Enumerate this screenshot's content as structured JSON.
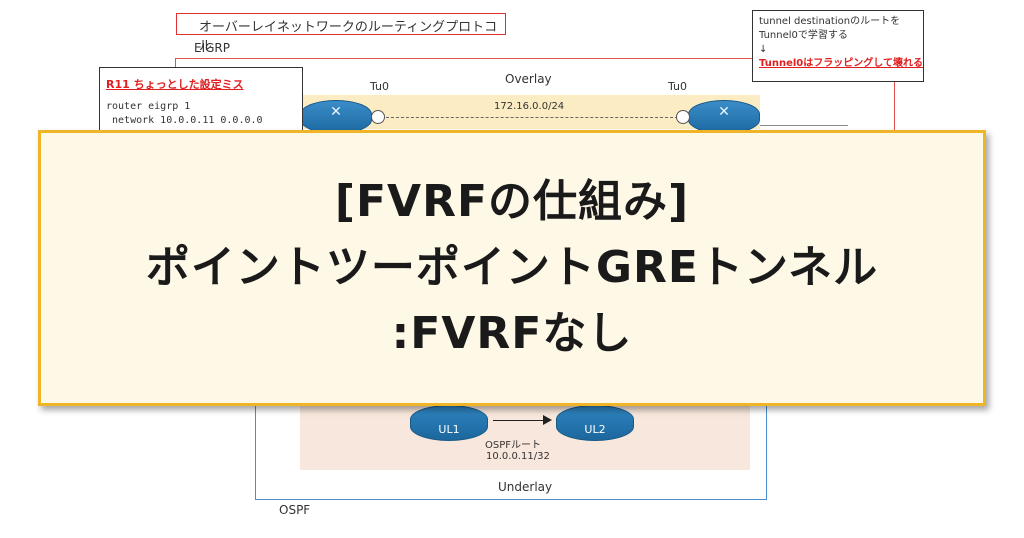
{
  "diagram": {
    "caption": "オーバーレイネットワークのルーティングプロトコル",
    "eigrp_label": "EIGRP",
    "overlay": {
      "label": "Overlay",
      "tunnel_left": "Tu0",
      "tunnel_right": "Tu0",
      "subnet": "172.16.0.0/24"
    },
    "config_box": {
      "title": "R11 ちょっとした設定ミス",
      "lines": [
        "router eigrp 1",
        " network 10.0.0.11 0.0.0.0"
      ]
    },
    "note_box": {
      "line1": "tunnel destinationのルートを",
      "line2": "Tunnel0で学習する",
      "arrow": "↓",
      "warning": "Tunnel0はフラッピングして壊れる"
    },
    "underlay": {
      "router_left": "UL1",
      "router_right": "UL2",
      "route_label": "OSPFルート",
      "route_network": "10.0.0.11/32",
      "label": "Underlay"
    },
    "ospf_label": "OSPF"
  },
  "title_card": {
    "line1": "[FVRFの仕組み]",
    "line2": "ポイントツーポイントGREトンネル",
    "line3": ":FVRFなし"
  },
  "colors": {
    "card_border": "#f0b429",
    "card_background": "#fef8e6",
    "overlay_band": "#fbecc4",
    "underlay_band": "#f8e7dc",
    "warning_text": "#e02020",
    "router_blue": "#1d6aa3"
  }
}
